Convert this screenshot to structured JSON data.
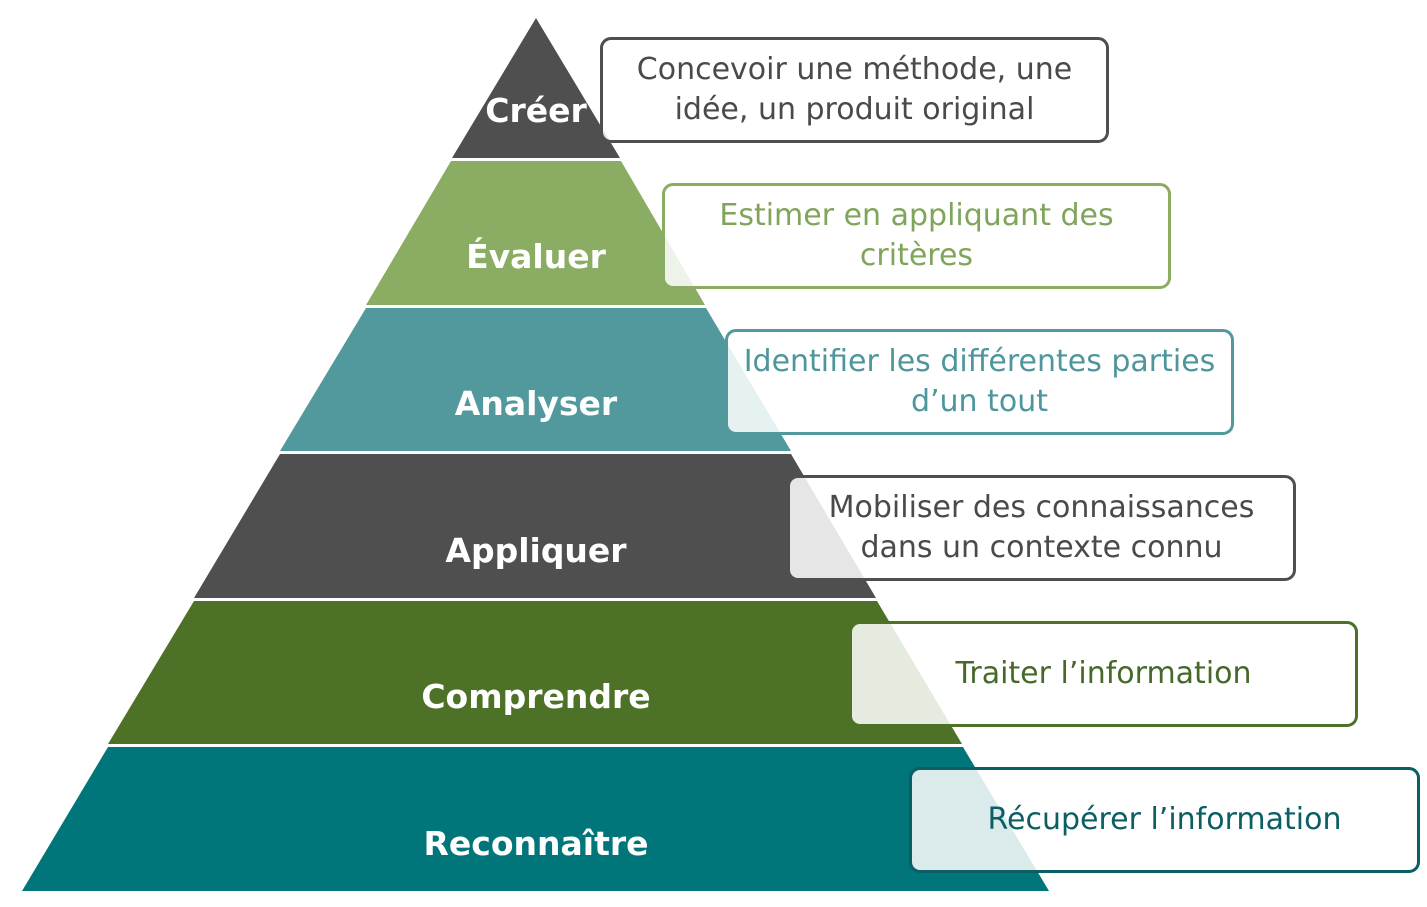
{
  "pyramid": {
    "levels": [
      {
        "label": "Créer",
        "description": "Concevoir une méthode, une\nidée, un produit original",
        "color": "#4f4f4f",
        "text_color": "#4a4a4a",
        "border_color": "#4f4f4f"
      },
      {
        "label": "Évaluer",
        "description": "Estimer en appliquant des\ncritères",
        "color": "#8aac63",
        "text_color": "#7fa55a",
        "border_color": "#8aac63"
      },
      {
        "label": "Analyser",
        "description": "Identifier les différentes parties\nd’un tout",
        "color": "#52999e",
        "text_color": "#4e969b",
        "border_color": "#52999e"
      },
      {
        "label": "Appliquer",
        "description": "Mobiliser des connaissances\ndans un contexte connu",
        "color": "#4f4f4f",
        "text_color": "#4a4a4a",
        "border_color": "#4f4f4f"
      },
      {
        "label": "Comprendre",
        "description": "Traiter l’information",
        "color": "#4e7128",
        "text_color": "#46692a",
        "border_color": "#4e7128"
      },
      {
        "label": "Reconnaître",
        "description": "Récupérer l’information",
        "color": "#00757a",
        "text_color": "#0b5f63",
        "border_color": "#0b5f63"
      }
    ]
  }
}
